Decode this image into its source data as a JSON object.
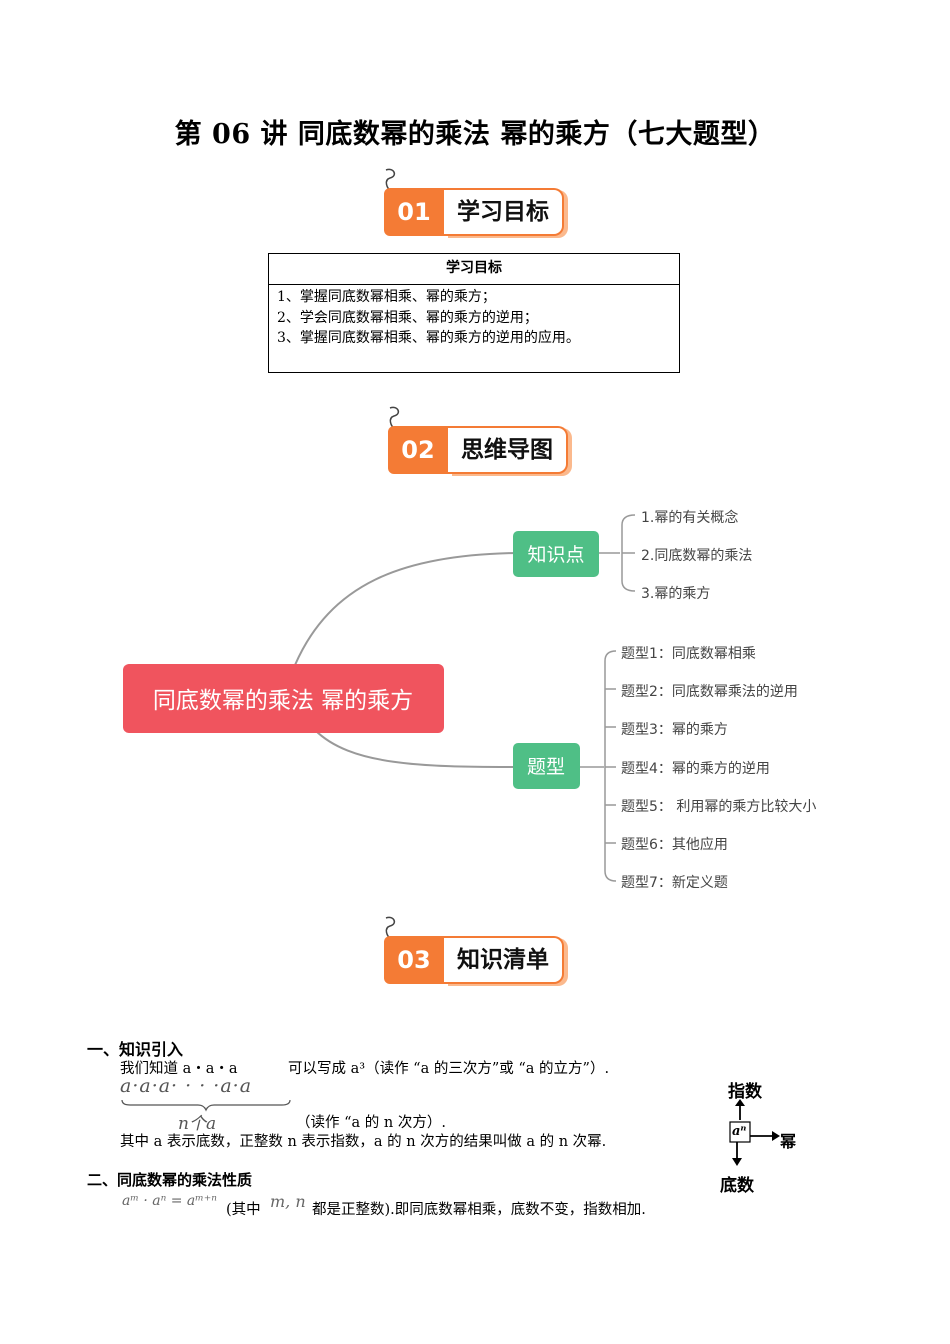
{
  "title": "第 06 讲  同底数幂的乘法  幂的乘方（七大题型）",
  "badges": [
    {
      "num": "01",
      "label": "学习目标"
    },
    {
      "num": "02",
      "label": "思维导图"
    },
    {
      "num": "03",
      "label": "知识清单"
    }
  ],
  "goals": {
    "header": "学习目标",
    "items": [
      "1、掌握同底数幂相乘、幂的乘方；",
      "2、学会同底数幂相乘、幂的乘方的逆用；",
      "3、掌握同底数幂相乘、幂的乘方的逆用的应用。"
    ]
  },
  "mindmap": {
    "root": "同底数幂的乘法 幂的乘方",
    "branches": [
      {
        "label": "知识点",
        "leaves": [
          "1.幂的有关概念",
          "2.同底数幂的乘法",
          "3.幂的乘方"
        ]
      },
      {
        "label": "题型",
        "leaves": [
          "题型1：同底数幂相乘",
          "题型2：同底数幂乘法的逆用",
          "题型3：幂的乘方",
          "题型4：幂的乘方的逆用",
          "题型5： 利用幂的乘方比较大小",
          "题型6：其他应用",
          "题型7：新定义题"
        ]
      }
    ],
    "colors": {
      "root": "#f0545e",
      "branch": "#4fbf86",
      "line": "#999999"
    }
  },
  "knowledge": {
    "s1_title": "一、知识引入",
    "s1_line1_a": "我们知道 a・a・a",
    "s1_line1_b": "可以写成 a³（读作 “a 的三次方”或 “a 的立方”）.",
    "s1_product": "a·a·a·  ·  ·  ·a·a",
    "s1_count": "n个a",
    "s1_read": "（读作 “a 的 n 次方）.",
    "s1_line3": "其中 a 表示底数，正整数 n 表示指数，a 的 n 次方的结果叫做 a  的 n 次幂.",
    "diagram": {
      "exp": "指数",
      "power": "幂",
      "base": "底数",
      "box": "aⁿ"
    },
    "s2_title": "二、同底数幂的乘法性质",
    "s2_formula": "aᵐ · aⁿ = aᵐ⁺ⁿ",
    "s2_text_a": "(其中",
    "s2_vars": "m, n",
    "s2_text_b": "都是正整数).即同底数幂相乘，底数不变，指数相加."
  }
}
